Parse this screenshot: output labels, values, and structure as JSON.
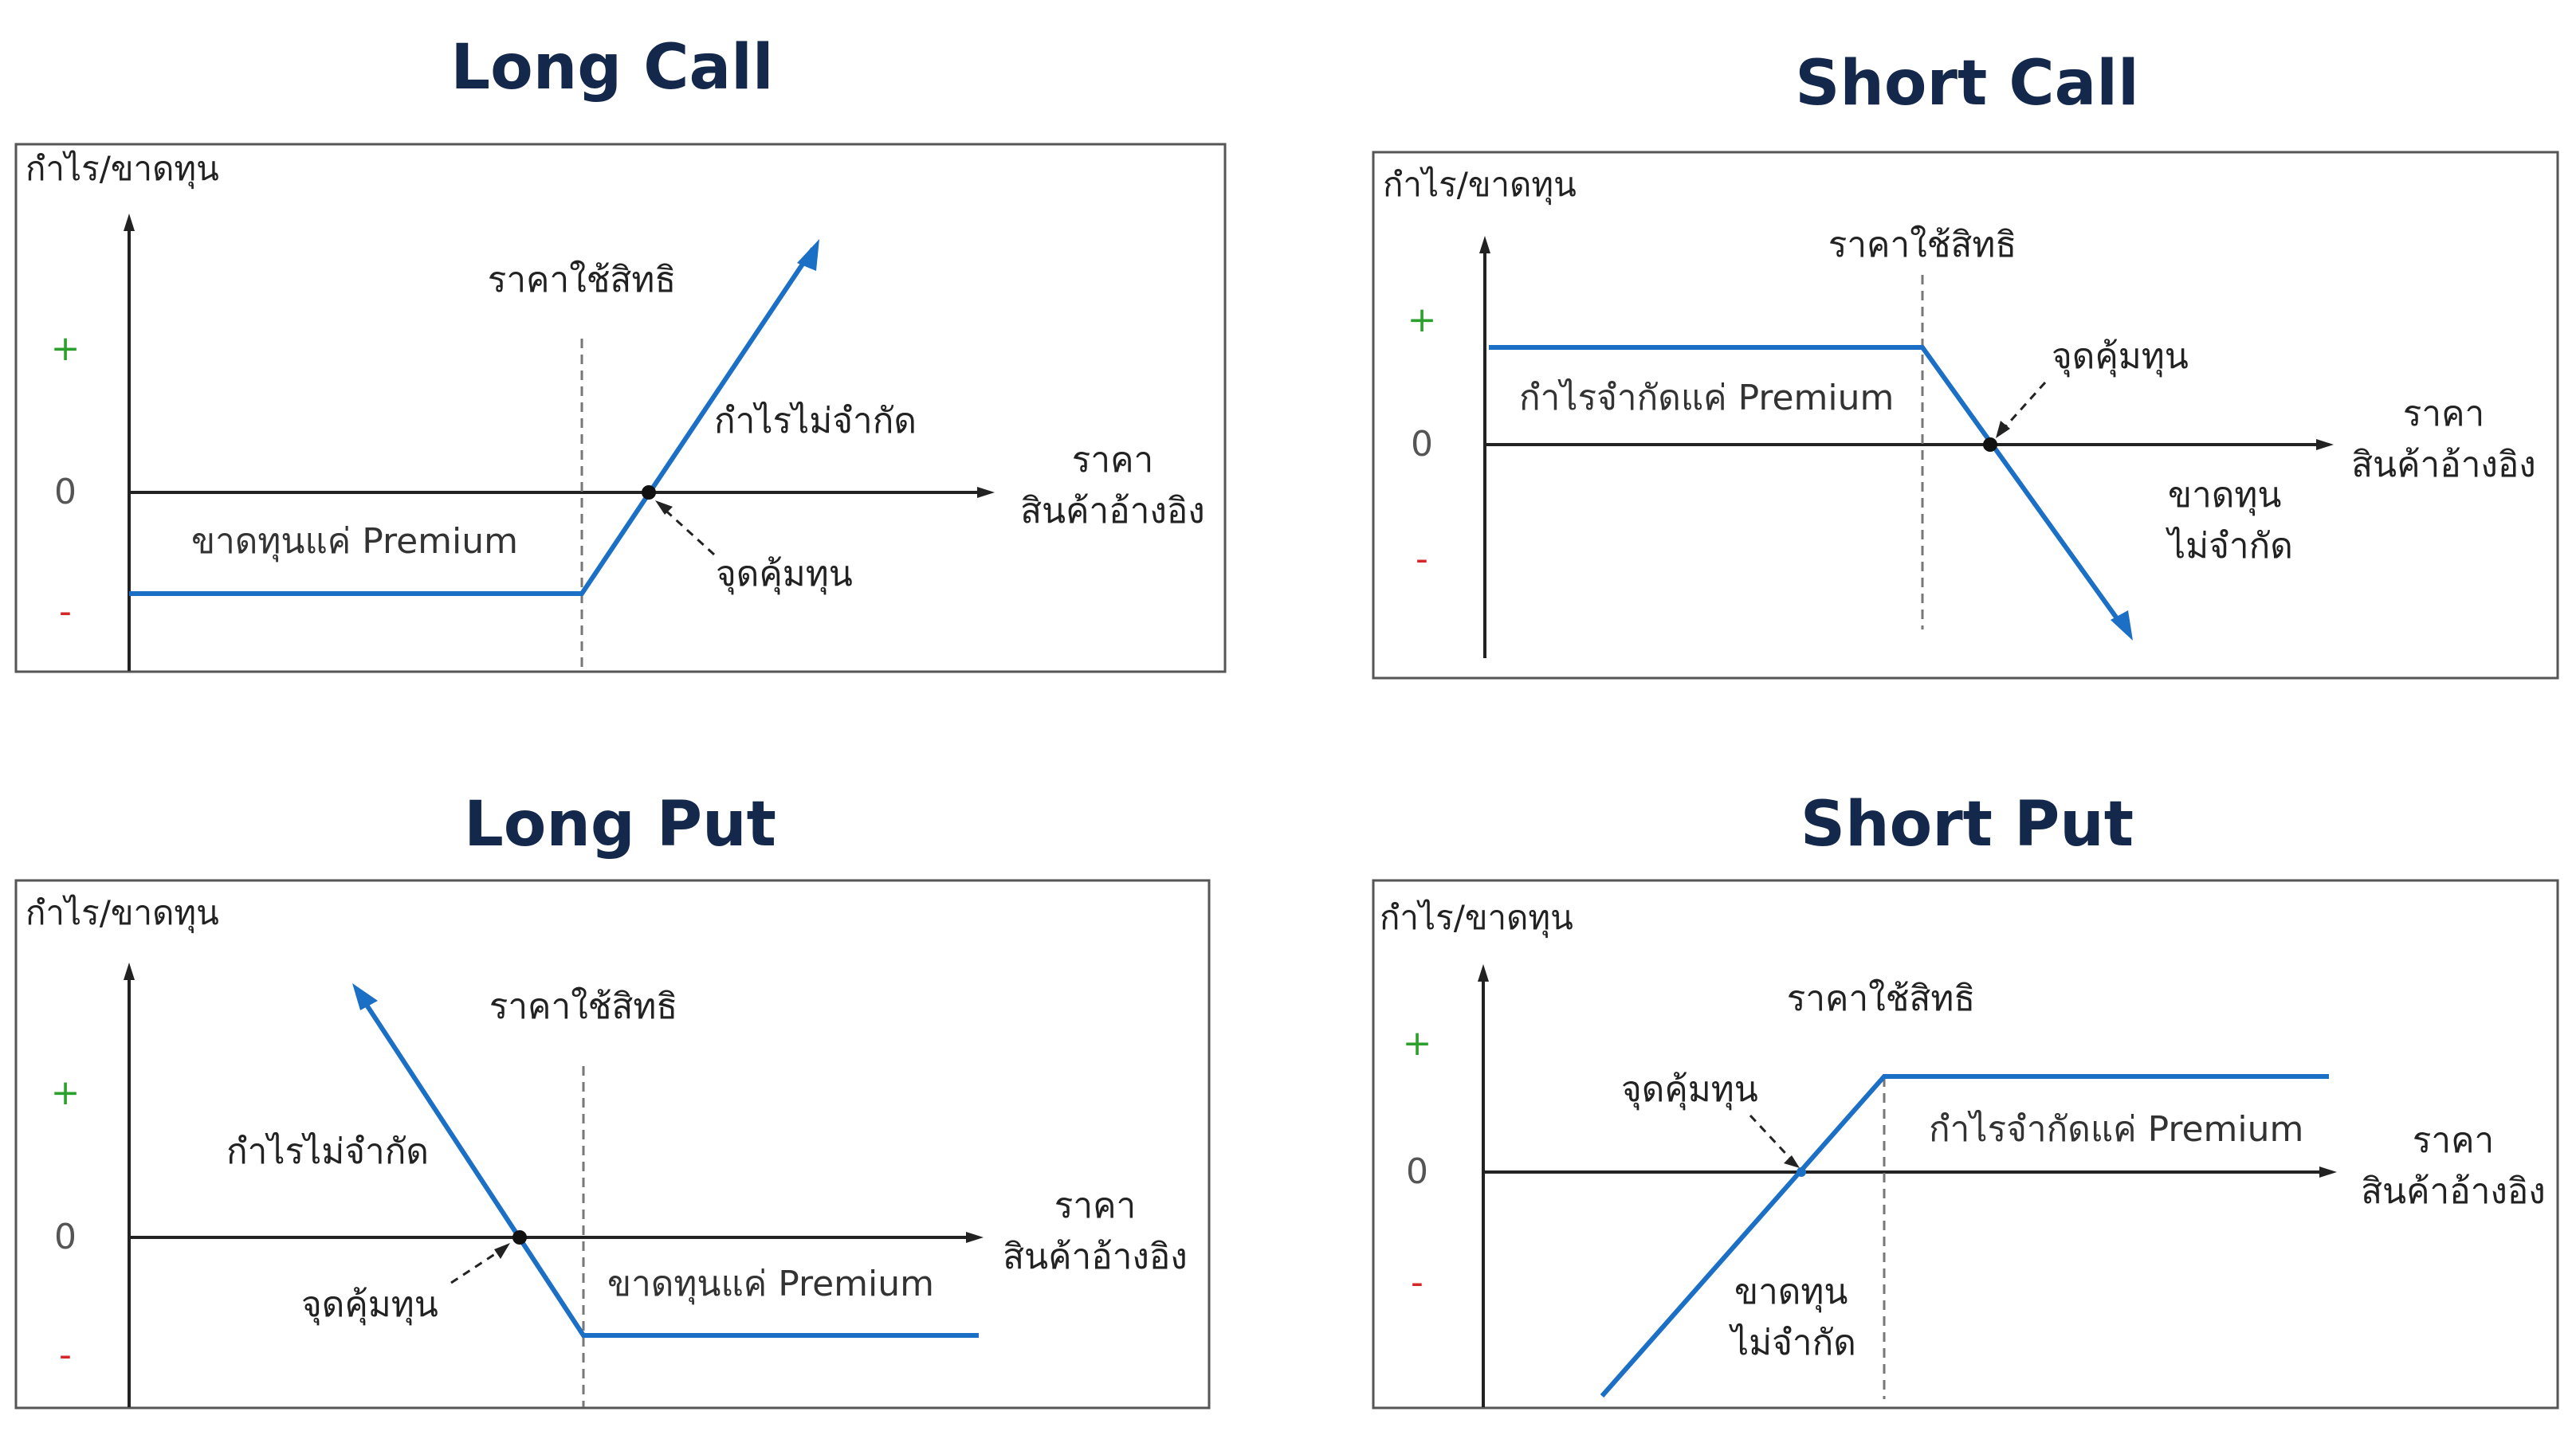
{
  "colors": {
    "payoff": "#1b6fc4",
    "axis": "#222222",
    "frame": "#555555",
    "title": "#14284b",
    "plus": "#2ca02c",
    "minus": "#d62728",
    "label": "#222222"
  },
  "chart_data": [
    {
      "type": "line",
      "title": "Long Call",
      "ylabel": "กำไร/ขาดทุน",
      "xlabel": [
        "ราคา",
        "สินค้าอ้างอิง"
      ],
      "yticks": [
        "+",
        "0",
        "-"
      ],
      "strike_label": "ราคาใช้สิทธิ",
      "series": [
        {
          "x": [
            0,
            0.55,
            1.0
          ],
          "y": [
            -1,
            -1,
            2.25
          ]
        }
      ],
      "annotations": [
        "กำไรไม่จำกัด",
        "ขาดทุนแค่ Premium",
        "จุดคุ้มทุน"
      ]
    },
    {
      "type": "line",
      "title": "Short Call",
      "ylabel": "กำไร/ขาดทุน",
      "xlabel": [
        "ราคา",
        "สินค้าอ้างอิง"
      ],
      "yticks": [
        "+",
        "0",
        "-"
      ],
      "strike_label": "ราคาใช้สิทธิ",
      "series": [
        {
          "x": [
            0,
            0.52,
            0.77
          ],
          "y": [
            1,
            1,
            -2
          ]
        }
      ],
      "annotations": [
        "จุดคุ้มทุน",
        "กำไรจำกัดแค่ Premium",
        "ขาดทุน",
        "ไม่จำกัด"
      ]
    },
    {
      "type": "line",
      "title": "Long Put",
      "ylabel": "กำไร/ขาดทุน",
      "xlabel": [
        "ราคา",
        "สินค้าอ้างอิง"
      ],
      "yticks": [
        "+",
        "0",
        "-"
      ],
      "strike_label": "ราคาใช้สิทธิ",
      "series": [
        {
          "x": [
            0.26,
            0.54,
            1.0
          ],
          "y": [
            2.25,
            -1,
            -1
          ]
        }
      ],
      "annotations": [
        "กำไรไม่จำกัด",
        "จุดคุ้มทุน",
        "ขาดทุนแค่ Premium"
      ]
    },
    {
      "type": "line",
      "title": "Short Put",
      "ylabel": "กำไร/ขาดทุน",
      "xlabel": [
        "ราคา",
        "สินค้าอ้างอิง"
      ],
      "yticks": [
        "+",
        "0",
        "-"
      ],
      "strike_label": "ราคาใช้สิทธิ",
      "series": [
        {
          "x": [
            0.14,
            0.47,
            1.0
          ],
          "y": [
            -2,
            1,
            1
          ]
        }
      ],
      "annotations": [
        "จุดคุ้มทุน",
        "กำไรจำกัดแค่ Premium",
        "ขาดทุน",
        "ไม่จำกัด"
      ]
    }
  ]
}
